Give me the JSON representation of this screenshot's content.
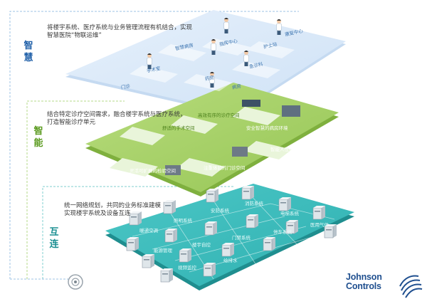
{
  "tiers": {
    "smart": {
      "title": [
        "智",
        "慧"
      ],
      "description": [
        "将楼宇系统、医疗系统与业务管理流程有机结合，实现",
        "智慧医院“物联运维”"
      ],
      "labels": [
        "智慧病房",
        "指挥中心",
        "护士站",
        "手术室",
        "药房",
        "急诊科",
        "康复中心",
        "门诊",
        "病房"
      ]
    },
    "capable": {
      "title": [
        "智",
        "能"
      ],
      "description": [
        "结合特定诊疗空间需求，融合楼宇系统与医疗系统，",
        "打造智能诊疗单元"
      ],
      "labels": [
        "舒适的手术空间",
        "高效有序的诊疗空间",
        "安全智慧的病房环境",
        "灵活可扩展的检验空间",
        "注重体验的门诊空间",
        "智能人性化的病房"
      ]
    },
    "connected": {
      "title": [
        "互",
        "连"
      ],
      "description": [
        "统一网络规划，共同的业务标准建模",
        "实现楼宇系统及设备互连"
      ],
      "labels": [
        "暖通空调",
        "照明系统",
        "安防系统",
        "消防系统",
        "电梯系统",
        "医用气体",
        "能源管理",
        "楼宇自控",
        "门禁系统",
        "停车系统",
        "视频监控",
        "给排水"
      ]
    }
  },
  "brand": {
    "line1": "Johnson",
    "line2": "Controls"
  },
  "colors": {
    "smart_plane": "#dceafa",
    "smart_edge": "#b9d3ef",
    "capable_plane": "#a8d46b",
    "capable_edge": "#8dbf4d",
    "connected_plane": "#3dbdbd",
    "connected_edge": "#2aa3a3",
    "brand": "#1f4f8f"
  }
}
